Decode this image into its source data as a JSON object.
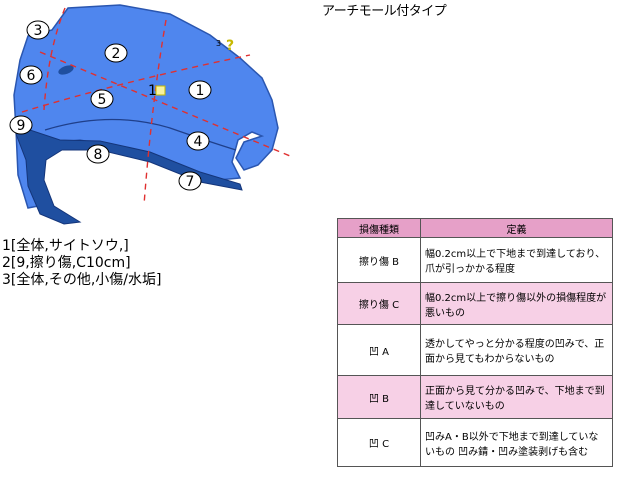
{
  "title": "アーチモール付タイプ",
  "part_labels": [
    "1",
    "2",
    "3",
    "4",
    "5",
    "6",
    "7",
    "8",
    "9"
  ],
  "marker_labels": {
    "point": "1",
    "question_num": "3",
    "question_mark": "?"
  },
  "notes": [
    "1[全体,サイトソウ,]",
    "2[9,擦り傷,C10cm]",
    "3[全体,その他,小傷/水垢]"
  ],
  "legend": {
    "header_type": "損傷種類",
    "header_def": "定義",
    "rows": [
      {
        "type": "擦り傷 B",
        "def": "幅0.2cm以上で下地まで到達しており、爪が引っかかる程度"
      },
      {
        "type": "擦り傷 C",
        "def": "幅0.2cm以上で擦り傷以外の損傷程度が悪いもの"
      },
      {
        "type": "凹 A",
        "def": "透かしてやっと分かる程度の凹みで、正面から見てもわからないもの"
      },
      {
        "type": "凹 B",
        "def": "正面から見て分かる凹みで、下地まで到達していないもの"
      },
      {
        "type": "凹 C",
        "def": "凹みA・B以外で下地まで到達していないもの 凹み錆・凹み塗装剥げも含む"
      }
    ]
  },
  "colors": {
    "panel": "#4f86ee",
    "molding": "#1f4fa0",
    "dash": "#e03030",
    "header": "#e6a0c8",
    "row_pink": "#f7d0e6",
    "marker": "#c7b800"
  }
}
